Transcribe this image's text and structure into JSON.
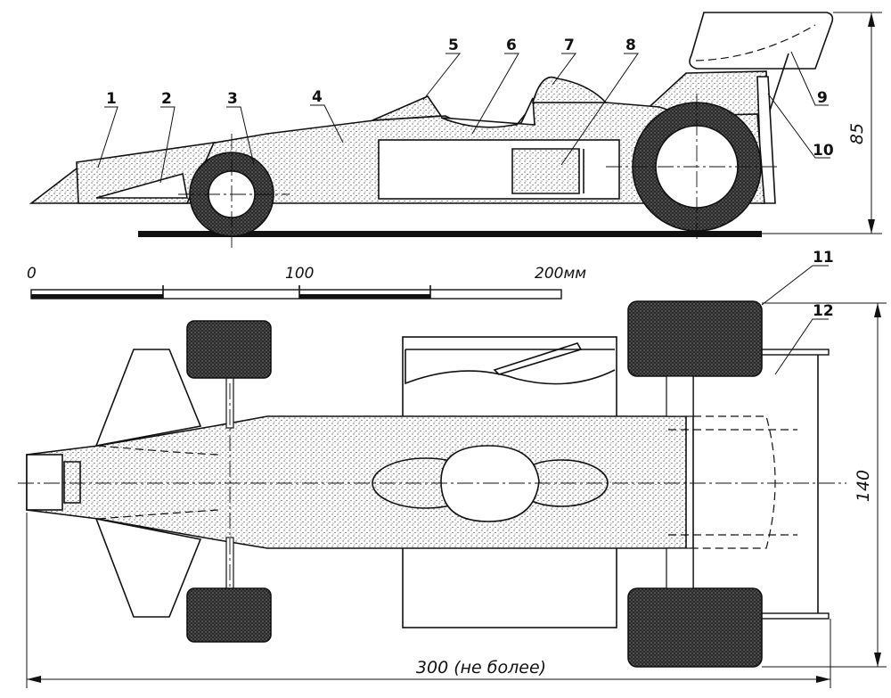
{
  "part_labels": [
    "1",
    "2",
    "3",
    "4",
    "5",
    "6",
    "7",
    "8",
    "9",
    "10",
    "11",
    "12"
  ],
  "dimensions": {
    "height": "85",
    "width": "140",
    "length": "300 (не более)"
  },
  "scale_bar": {
    "tick_0": "0",
    "tick_100": "100",
    "tick_200": "200мм"
  }
}
